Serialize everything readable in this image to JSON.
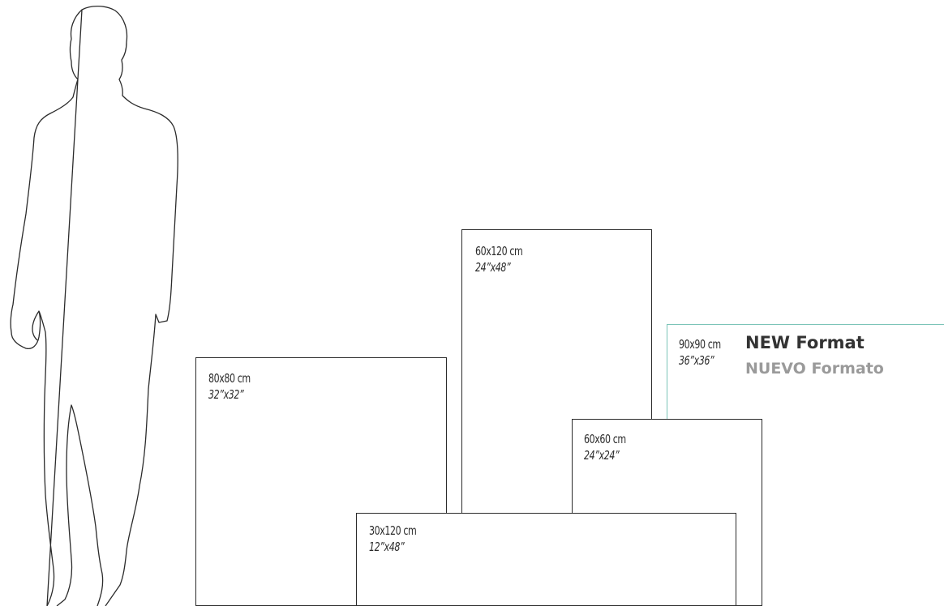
{
  "formats": [
    {
      "id": "80x80",
      "cm": "80x80 cm",
      "inches": "32”x32”"
    },
    {
      "id": "60x120",
      "cm": "60x120 cm",
      "inches": "24”x48”"
    },
    {
      "id": "90x90",
      "cm": "90x90 cm",
      "inches": "36”x36”"
    },
    {
      "id": "60x60",
      "cm": "60x60 cm",
      "inches": "24”x24”"
    },
    {
      "id": "30x120",
      "cm": "30x120 cm",
      "inches": "12”x48”"
    }
  ],
  "new_format": {
    "title": "NEW Format",
    "subtitle": "NUEVO Formato",
    "accent_color": "#7cc4b8"
  },
  "figure": {
    "icon": "human-silhouette-icon"
  }
}
